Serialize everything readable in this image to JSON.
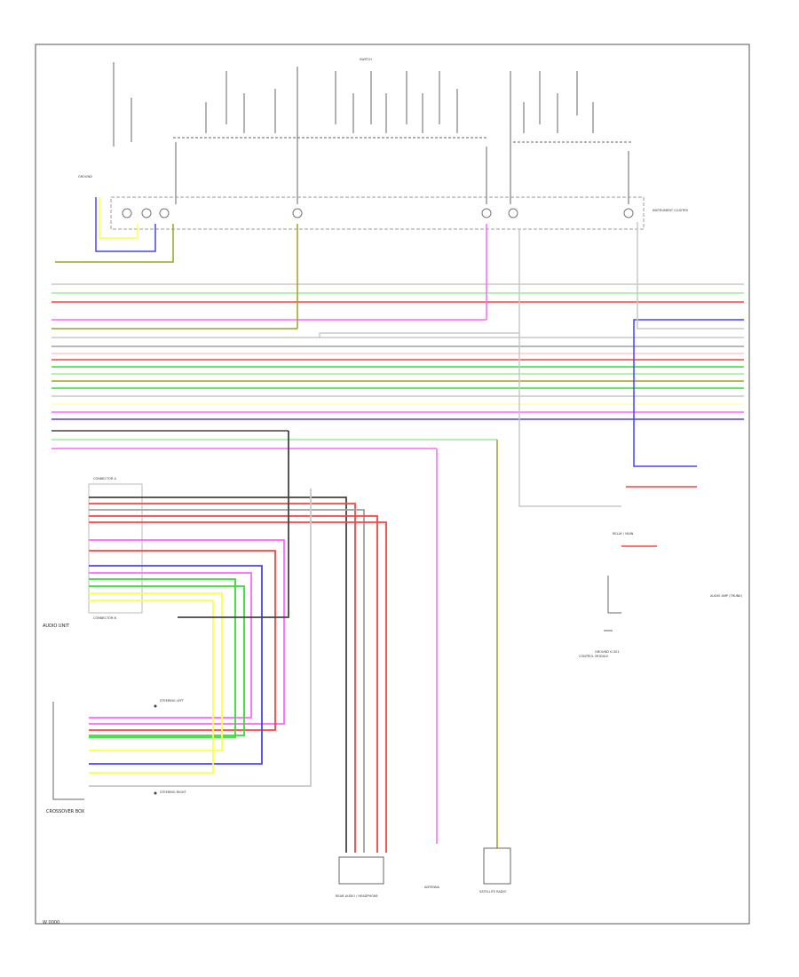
{
  "footer": "W 0000",
  "wire_colors": {
    "white": "#c8c8c8",
    "gray": "#a0a0a0",
    "black": "#444444",
    "red": "#ff4040",
    "green": "#33dd33",
    "lightgreen": "#99ee99",
    "pink": "#ff66ff",
    "blue": "#4444ff",
    "yellow": "#ffff44",
    "olive": "#a0a020",
    "brown": "#b08040",
    "darkgray": "#777777"
  },
  "labels": {
    "main_ground": "GROUND",
    "instrument_cluster": "INSTRUMENT CLUSTER",
    "audio_unit": "AUDIO UNIT",
    "connector_a": "CONNECTOR A",
    "connector_b": "CONNECTOR B",
    "crossover_box": "CROSSOVER BOX",
    "steering_left": "STEERING LEFT",
    "steering_right": "STEERING RIGHT",
    "rear_audio": "REAR AUDIO / HEADPHONE",
    "antenna": "ANTENNA",
    "satellite_radio": "SATELLITE RADIO",
    "relay_main": "RELAY / MAIN",
    "ground_point": "GROUND G-501",
    "audio_amp_box": "AUDIO AMP (TRUNK)",
    "control_module": "CONTROL MODULE"
  }
}
